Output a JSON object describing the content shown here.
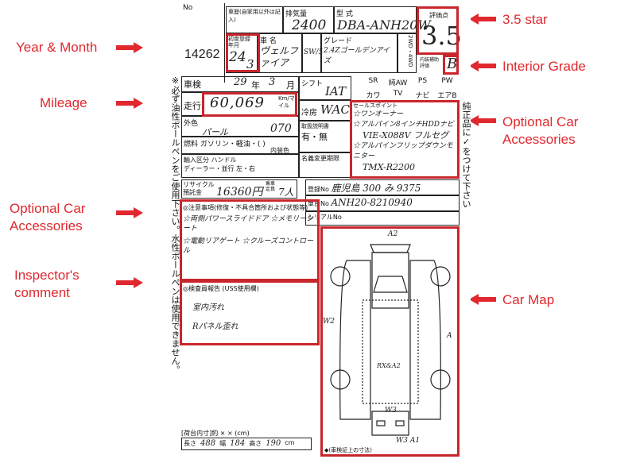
{
  "annotations": {
    "year_month": "Year & Month",
    "mileage": "Mileage",
    "optional_left": "Optional Car Accessories",
    "inspector": "Inspector's comment",
    "star": "3.5 star",
    "interior": "Interior Grade",
    "optional_right": "Optional Car Accessories",
    "car_map": "Car Map"
  },
  "colors": {
    "annotation": "#e0282e",
    "box": "#c8262c"
  },
  "sheet": {
    "no_label": "No",
    "lot_number": "14262",
    "history_label": "車歴(自家用以外は記入)",
    "displacement_label": "排気量",
    "displacement": "2400",
    "model_label": "型 式",
    "model": "DBA-ANH20W",
    "score_label": "評価点",
    "score": "3.5",
    "first_reg_label": "初度登録年月",
    "first_reg_year": "24",
    "first_reg_month": "3",
    "month_unit": "月",
    "name_label": "車 名",
    "car_name": "ヴェルファイア",
    "doors_label": "SW/5",
    "grade_label": "グレード",
    "grade": "2.4Zゴールデンアイズ",
    "drive": "2WD・4WD",
    "interior_label": "内装補助評価",
    "interior_grade": "B",
    "inspection_label": "車検",
    "inspection_year": "29",
    "year_unit": "年",
    "inspection_month": "3",
    "mileage_label": "走行",
    "mileage": "60,069",
    "mileage_unit": "Km/マイル",
    "shift_label": "シフト",
    "shift": "IAT",
    "ac_label": "冷房",
    "ac": "WAC",
    "equipment": [
      "SR",
      "純AW",
      "PS",
      "PW",
      "カワ",
      "TV",
      "ナビ",
      "エアB"
    ],
    "color_label": "外色",
    "color_original": "パール",
    "color_code": "070",
    "fuel_label": "燃料",
    "fuel": "ガソリン・軽油・(   )",
    "int_color_label": "内装色",
    "manual_label": "取扱説明書",
    "manual": "有・無",
    "import_label": "輸入区分",
    "import": "ディーラー・並行",
    "handle_label": "ハンドル",
    "handle": "左・右",
    "name_change_label": "名義変更期限",
    "sales_points_label": "セールスポイント",
    "sales_points": [
      "☆ワンオーナー",
      "☆アルパイン8インチHDDナビ",
      "VIE-X088V フルセグ",
      "☆アルパインフリップダウンモニター",
      "TMX-R2200"
    ],
    "recycle_label": "リサイクル預託金",
    "recycle": "16360円",
    "capacity_label": "乗車定員",
    "capacity": "7人",
    "plate_label": "登録No",
    "plate": "鹿児島 300 み 9375",
    "chassis_label": "車台No",
    "chassis": "ANH20-8210940",
    "serial_label": "シリアルNo",
    "notes_label": "◎注意事項(修復・不具合箇所および状態等)",
    "notes": [
      "☆両側パワースライドドア ☆メモリーシート",
      "☆電動リアゲート ☆クルーズコントロール"
    ],
    "inspector_label": "◎検査員報告 (USS使用欄)",
    "inspector_notes": [
      "室内汚れ",
      "Rパネル歪れ"
    ],
    "map_marks": [
      "A2",
      "W2",
      "A",
      "RX&A2",
      "W3",
      "W3 A1"
    ],
    "cargo_label": "[荷台内寸]約   ×   ×   (cm)",
    "length_label": "長さ",
    "length": "488",
    "width_label": "幅",
    "width": "184",
    "height_label": "高さ",
    "height": "190",
    "cm": "cm",
    "dim_note": "◆(車検証上の寸法)",
    "side_note": "※必ず油性ボールペンをご使用下さい。水性ボールペンは使用できません。",
    "right_note": "純正品に✓をつけて下さい"
  }
}
